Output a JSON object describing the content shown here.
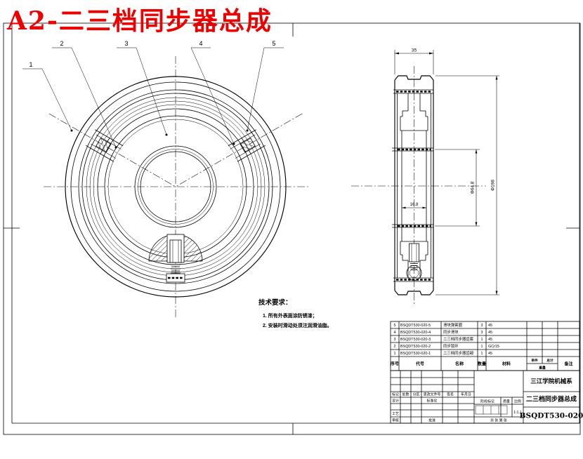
{
  "title": "A2-二三档同步器总成",
  "colors": {
    "title_red": "#ee0000",
    "line_black": "#000000"
  },
  "balloons": [
    "1",
    "2",
    "3",
    "4",
    "5"
  ],
  "tech_req": {
    "heading": "技术要求：",
    "item1": "1. 所有外表面涂防锈漆；",
    "item2": "2. 安装时滑动处须注润滑油脂。"
  },
  "dims": {
    "width": "35",
    "outer_dia": "Φ198",
    "bore_dia": "Φ64.8",
    "hub_width": "16.8"
  },
  "bom": {
    "header": {
      "seq": "序号",
      "code": "代号",
      "name": "名称",
      "qty": "数量",
      "material": "材料",
      "unit": "单件",
      "total": "总计",
      "weight": "重量",
      "remark": "备注"
    },
    "rows": [
      {
        "seq": "5",
        "code": "BSQDT530-020-5",
        "name": "滑块弹簧圈",
        "qty": "3",
        "material": "45"
      },
      {
        "seq": "4",
        "code": "BSQDT530-020-4",
        "name": "同步滑块",
        "qty": "3",
        "material": "45"
      },
      {
        "seq": "3",
        "code": "BSQDT530-020-3",
        "name": "二三档同步器齿套",
        "qty": "1",
        "material": "45"
      },
      {
        "seq": "2",
        "code": "BSQDT530-020-2",
        "name": "同步锁环",
        "qty": "1",
        "material": "GCr15"
      },
      {
        "seq": "1",
        "code": "BSQDT530-020-1",
        "name": "二三档同步器齿毂",
        "qty": "1",
        "material": "45"
      }
    ]
  },
  "title_block": {
    "org": "三江学院机械系",
    "drawing_title": "二三档同步器总成",
    "drawing_no": "BSQDT530-020",
    "scale_value": "1:1.1",
    "labels": {
      "mark": "标记",
      "count": "处数",
      "zone": "分区",
      "file_no": "更改文件号",
      "sign": "签名",
      "date": "年月日",
      "design": "设计",
      "standardize": "标准化",
      "stage_mark": "阶段标记",
      "mass": "质量",
      "scale": "比例",
      "craft": "工艺",
      "review": "审核",
      "approve": "批准",
      "sheets": "共 张 第 张"
    }
  }
}
